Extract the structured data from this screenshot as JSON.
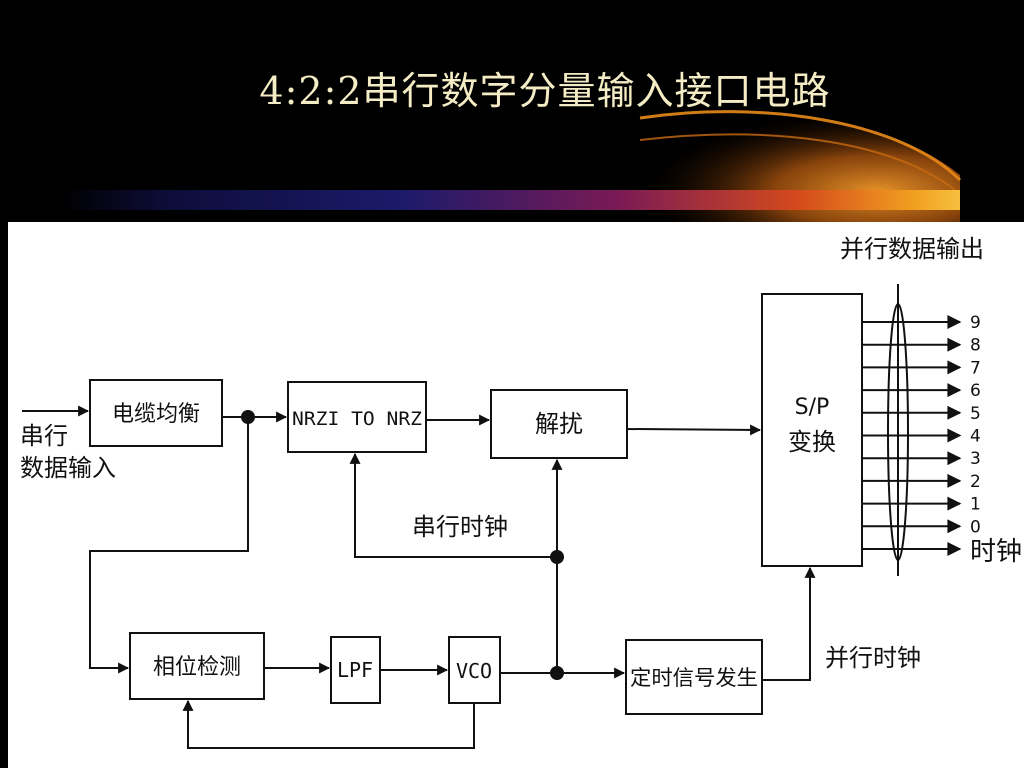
{
  "slide": {
    "title": "4:2:2串行数字分量输入接口电路"
  },
  "diagram": {
    "serial_input_line1": "串行",
    "serial_input_line2": "数据输入",
    "cable_eq": "电缆均衡",
    "nrzi": "NRZI TO NRZ",
    "descrambler": "解扰",
    "sp_line1": "S/P",
    "sp_line2": "变换",
    "parallel_out": "并行数据输出",
    "bits": [
      "9",
      "8",
      "7",
      "6",
      "5",
      "4",
      "3",
      "2",
      "1",
      "0"
    ],
    "clock_out": "时钟",
    "serial_clock": "串行时钟",
    "phase_detect": "相位检测",
    "lpf": "LPF",
    "vco": "VCO",
    "timing_gen": "定时信号发生",
    "parallel_clock": "并行时钟"
  },
  "colors": {
    "background": "#000000",
    "title": "#f3ecc4",
    "panel": "#ffffff",
    "ink": "#111111",
    "swoosh_orange": "#e8891a",
    "swoosh_blue": "#1c1a6a"
  }
}
